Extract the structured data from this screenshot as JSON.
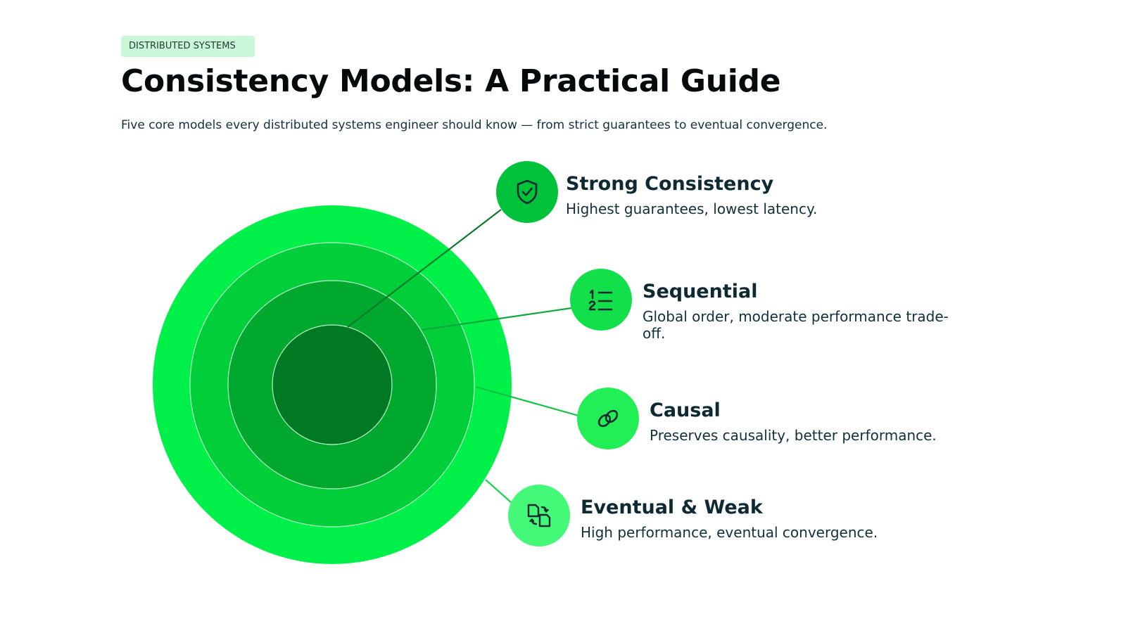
{
  "header": {
    "tag": "DISTRIBUTED SYSTEMS",
    "title": "Consistency Models: A Practical Guide",
    "subtitle": "Five core models every distributed systems engineer should know — from strict guarantees to eventual convergence."
  },
  "colors": {
    "ring_outer": "#00f04a",
    "ring_2": "#00cf3a",
    "ring_3": "#00a82e",
    "ring_core": "#007a22",
    "connector": "#0a7a2c"
  },
  "models": [
    {
      "title": "Strong Consistency",
      "description": "Highest guarantees, lowest latency.",
      "icon": "shield-check-icon",
      "color": "#00c23a"
    },
    {
      "title": "Sequential",
      "description": "Global order, moderate performance trade-off.",
      "icon": "numbered-list-icon",
      "color": "#12e04a"
    },
    {
      "title": "Causal",
      "description": "Preserves causality, better performance.",
      "icon": "link-icon",
      "color": "#22ee55"
    },
    {
      "title": "Eventual & Weak",
      "description": "High performance, eventual convergence.",
      "icon": "copy-sync-icon",
      "color": "#44f878"
    }
  ]
}
